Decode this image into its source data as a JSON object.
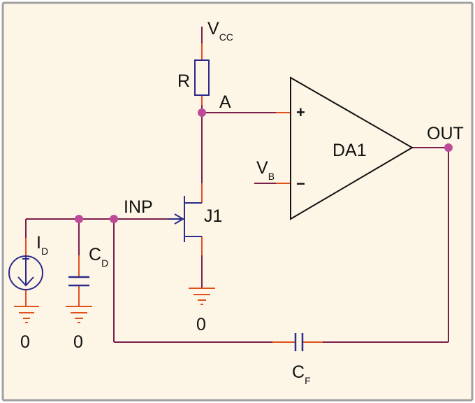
{
  "colors": {
    "background": "#fdf6e7",
    "frame": "#a0a0a0",
    "wire": "#7a1f4a",
    "lead": "#e0501c",
    "component": "#2c2a8a",
    "node": "#c04a9a",
    "ground": "#e0501c",
    "amp_outline": "#111111"
  },
  "labels": {
    "vcc_main": "V",
    "vcc_sub": "CC",
    "resistor": "R",
    "node_a": "A",
    "amp_name": "DA1",
    "amp_plus": "+",
    "amp_minus": "−",
    "vb_main": "V",
    "vb_sub": "B",
    "output": "OUT",
    "input": "INP",
    "jfet": "J1",
    "source_main": "I",
    "source_sub": "D",
    "cap_d_main": "C",
    "cap_d_sub": "D",
    "cap_f_main": "C",
    "cap_f_sub": "F",
    "ground_jfet": "0",
    "ground_source": "0",
    "ground_cap": "0"
  },
  "icons": {
    "current_source": "current-source-symbol",
    "resistor": "resistor-symbol",
    "capacitor": "capacitor-symbol",
    "jfet": "n-channel-jfet-symbol",
    "opamp": "opamp-triangle-symbol",
    "ground": "ground-symbol"
  }
}
